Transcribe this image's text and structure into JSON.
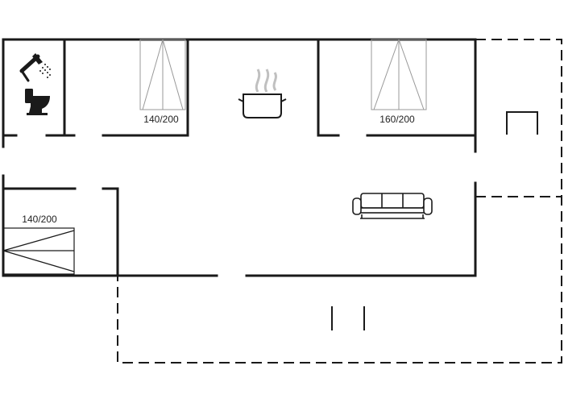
{
  "colors": {
    "background": "#ffffff",
    "wall": "#1a1a1a",
    "terrace": "#1a1a1a",
    "fixture": "#1a1a1a",
    "bed_outline": "#999999"
  },
  "rooms": {
    "bedroom_1": {
      "bed_label": "140/200"
    },
    "bedroom_2": {
      "bed_label": "160/200"
    },
    "bedroom_3": {
      "bed_label": "140/200"
    },
    "bathroom": {
      "icons": [
        "shower-icon",
        "toilet-icon"
      ]
    },
    "kitchen": {
      "icons": [
        "cooking-pot-icon"
      ]
    },
    "living_room": {
      "icons": [
        "sofa-icon"
      ]
    }
  }
}
